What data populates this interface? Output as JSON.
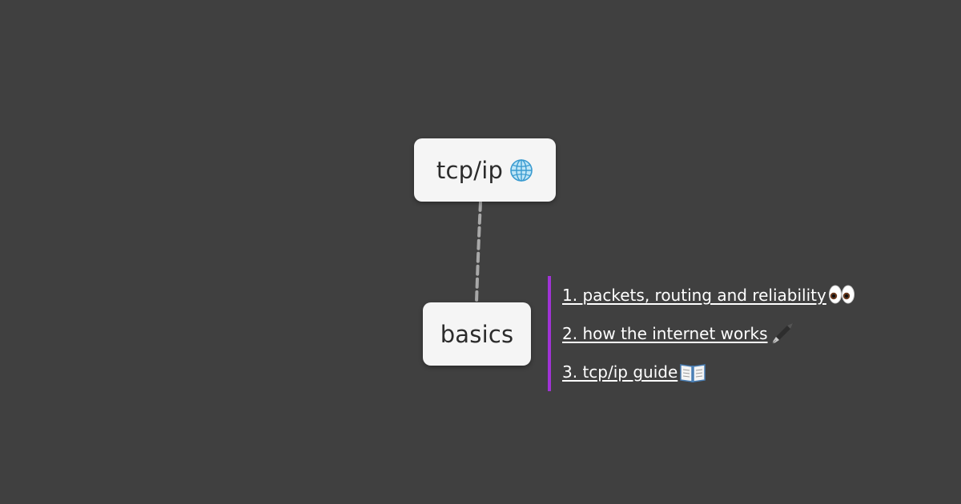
{
  "root_node": {
    "label": "tcp/ip",
    "icon": "globe-icon"
  },
  "child_node": {
    "label": "basics"
  },
  "links": [
    {
      "text": "1. packets, routing and reliability ",
      "icon": "eyes-icon"
    },
    {
      "text": "2. how the internet works ",
      "icon": "fountain-pen-icon"
    },
    {
      "text": "3. tcp/ip guide ",
      "icon": "open-book-icon"
    }
  ],
  "colors": {
    "background": "#404040",
    "node_fill": "#f5f5f5",
    "connector": "#a8a8a8",
    "accent_bar": "#a033d6",
    "link_text": "#ffffff"
  }
}
